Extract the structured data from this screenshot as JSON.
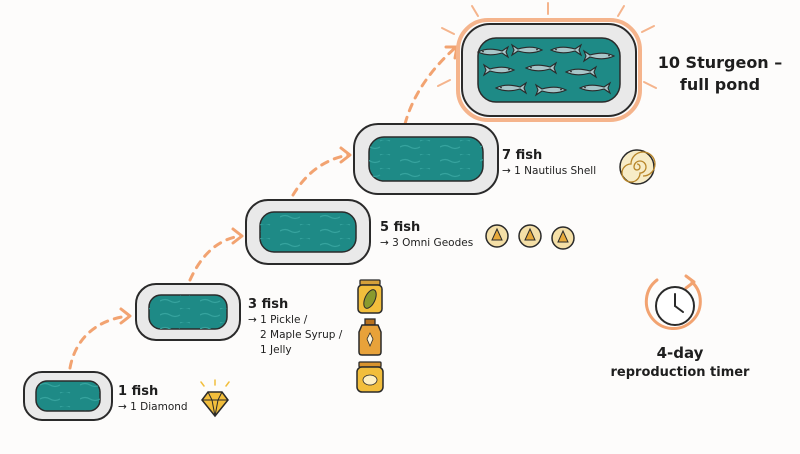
{
  "stages": [
    {
      "count": "1 fish",
      "reward": "→ 1 Diamond",
      "reward_icon": "diamond-icon"
    },
    {
      "count": "3 fish",
      "reward_lines": [
        "→ 1 Pickle /",
        "2 Maple Syrup /",
        "1 Jelly"
      ],
      "reward_icons": [
        "pickle-jar-icon",
        "maple-syrup-bottle-icon",
        "jelly-jar-icon"
      ]
    },
    {
      "count": "5 fish",
      "reward": "→ 3 Omni Geodes",
      "reward_icon": "omni-geode-icon"
    },
    {
      "count": "7 fish",
      "reward": "→ 1 Nautilus Shell",
      "reward_icon": "nautilus-shell-icon"
    },
    {
      "count": "10 Sturgeon –",
      "reward": "full pond",
      "reward_icon": "sturgeon-fish-icon"
    }
  ],
  "timer": {
    "line1": "4-day",
    "line2": "reproduction timer",
    "icon": "clock-icon"
  },
  "colors": {
    "water": "#1e8a86",
    "water_dark": "#16706c",
    "rim_stone": "#e9e9e9",
    "outline": "#2a2a2a",
    "arrow": "#f2a371",
    "highlight": "#f5b48c",
    "gold": "#f2be3c",
    "fish": "#a8c6c9"
  }
}
